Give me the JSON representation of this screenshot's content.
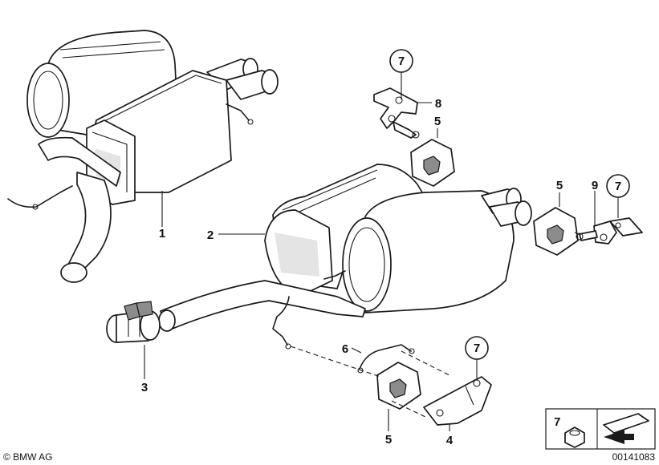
{
  "callouts": {
    "c1": "1",
    "c2": "2",
    "c3": "3",
    "c4": "4",
    "c5_top": "5",
    "c5_right": "5",
    "c5_bottom": "5",
    "c6": "6",
    "c7_top": "7",
    "c7_right": "7",
    "c7_bottom": "7",
    "c8": "8",
    "c9": "9"
  },
  "legend": {
    "item_number": "7"
  },
  "footer": {
    "copyright": "© BMW AG",
    "diagram_id": "00141083"
  }
}
